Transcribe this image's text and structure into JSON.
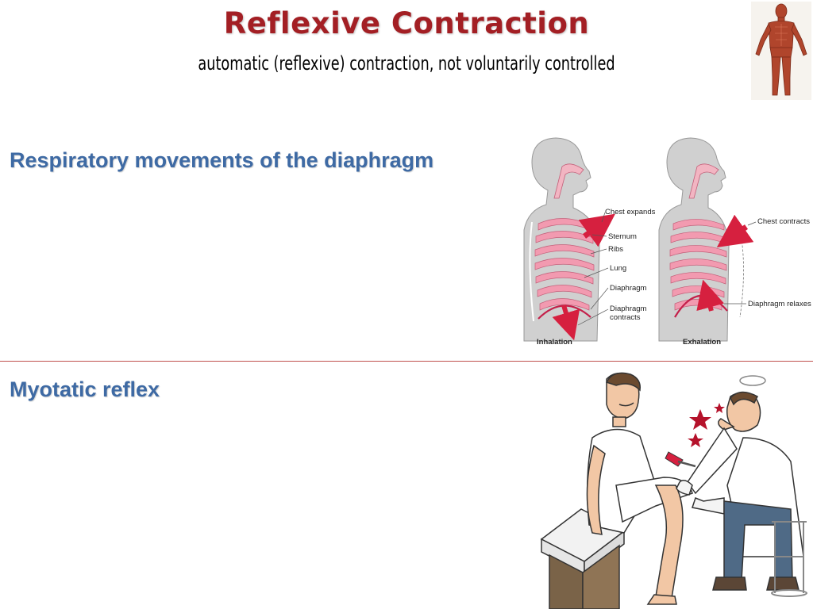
{
  "slide": {
    "title": "Reflexive Contraction",
    "subtitle": "automatic (reflexive) contraction, not voluntarily controlled"
  },
  "sections": [
    {
      "heading": "Respiratory movements of the diaphragm",
      "diagram": {
        "inhalation": {
          "caption": "Inhalation",
          "labels": [
            "Chest expands",
            "Sternum",
            "Ribs",
            "Lung",
            "Diaphragm",
            "Diaphragm",
            "contracts"
          ]
        },
        "exhalation": {
          "caption": "Exhalation",
          "labels": [
            "Chest contracts",
            "Diaphragm relaxes"
          ]
        }
      }
    },
    {
      "heading": "Myotatic reflex"
    }
  ],
  "colors": {
    "title": "#a31f24",
    "heading": "#3e6aa4",
    "divider": "#c0504d",
    "rib": "#e8809a",
    "arrow": "#d6203f",
    "body": "#d0d0d0"
  },
  "icons": [
    "muscle-figure-icon",
    "doctor-cartoon-illustration"
  ]
}
